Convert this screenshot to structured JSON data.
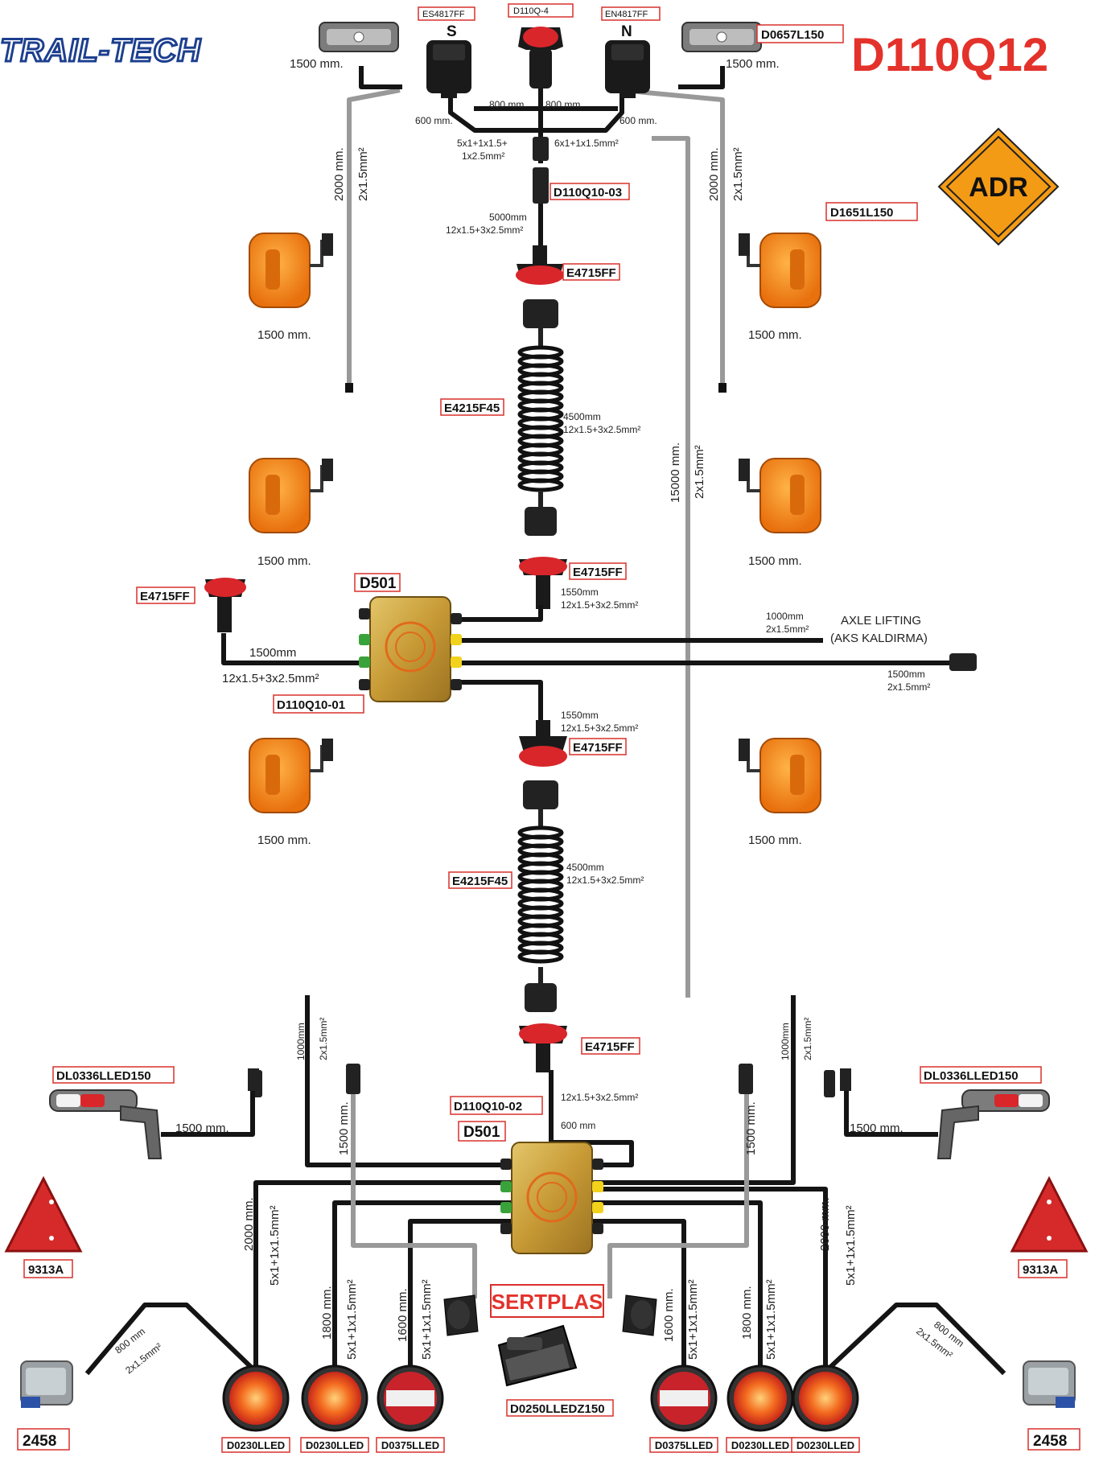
{
  "brand": "TRAIL-TECH",
  "title": "D110Q12",
  "adr_label": "ADR",
  "sertplas_label": "SERTPLAS",
  "top": {
    "left_plug_code": "ES4817FF",
    "left_plug_letter": "S",
    "mid_plug_code": "D110Q-4",
    "right_plug_code": "EN4817FF",
    "right_plug_letter": "N",
    "right_marker_code": "D0657L150",
    "marker_length": "1500 mm.",
    "len_600": "600 mm.",
    "len_800": "800 mm.",
    "left_spec_1": "5x1+1x1.5+",
    "left_spec_2": "1x2.5mm²",
    "right_spec": "6x1+1x1.5mm²",
    "connector_code": "D110Q10-03",
    "main_cable_len": "5000mm",
    "main_cable_spec": "12x1.5+3x2.5mm²",
    "socket_code": "E4715FF",
    "side_cable_len": "2000 mm.",
    "side_cable_spec": "2x1.5mm²",
    "amber_code": "D1651L150",
    "amber_len": "1500 mm.",
    "long_cable_len": "15000 mm.",
    "long_cable_spec": "2x1.5mm²"
  },
  "coil": {
    "code": "E4215F45",
    "len": "4500mm",
    "spec": "12x1.5+3x2.5mm²"
  },
  "middle": {
    "box_code": "D501",
    "harness_code": "D110Q10-01",
    "left_socket_code": "E4715FF",
    "left_cable_len": "1500mm",
    "left_cable_spec": "12x1.5+3x2.5mm²",
    "upper_socket_code": "E4715FF",
    "lower_socket_code": "E4715FF",
    "link_len": "1550mm",
    "link_spec": "12x1.5+3x2.5mm²",
    "axle_cable_len": "1000mm",
    "axle_cable_spec": "2x1.5mm²",
    "axle_label_1": "AXLE LIFTING",
    "axle_label_2": "(AKS KALDIRMA)",
    "right_cable_len": "1500mm",
    "right_cable_spec": "2x1.5mm²",
    "amber_len": "1500 mm."
  },
  "bottom": {
    "socket_code": "E4715FF",
    "harness_code": "D110Q10-02",
    "box_code": "D501",
    "in_spec": "12x1.5+3x2.5mm²",
    "in_len": "600 mm",
    "vert_len": "1000mm",
    "vert_spec": "2x1.5mm²",
    "outline_code": "DL0336LLED150",
    "outline_len": "1500 mm.",
    "gray_len": "1500 mm.",
    "reflector_code": "9313A",
    "plate_code": "2458",
    "diag_len": "800 mm",
    "diag_spec": "2x1.5mm²",
    "l2000": "2000 mm.",
    "l1800": "1800 mm.",
    "l1600": "1600 mm.",
    "lamp_spec": "5x1+1x1.5mm²",
    "plate_light_code": "D0250LLEDZ150",
    "lamp_codes": [
      "D0230LLED",
      "D0230LLED",
      "D0375LLED",
      "D0375LLED",
      "D0230LLED",
      "D0230LLED"
    ]
  }
}
